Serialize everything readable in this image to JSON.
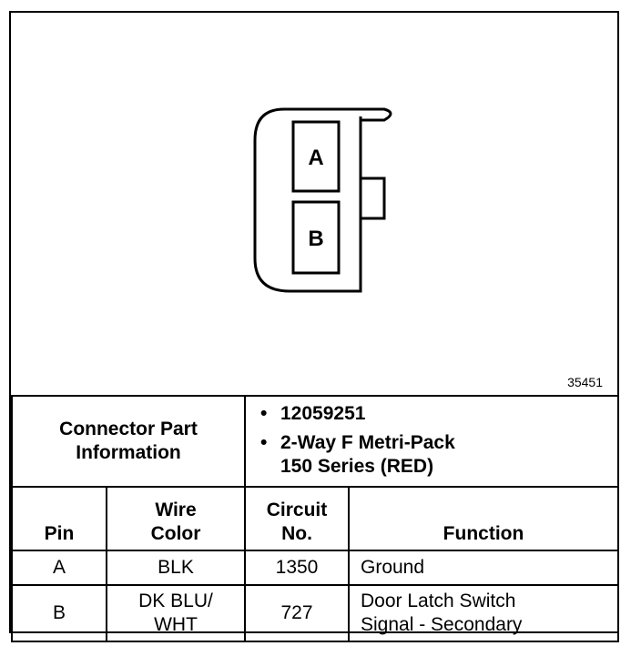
{
  "figure_id": "35451",
  "connector": {
    "pin_labels": [
      "A",
      "B"
    ]
  },
  "part_info": {
    "header_line1": "Connector Part",
    "header_line2": "Information",
    "items": [
      {
        "bullet": "•",
        "lines": [
          "12059251"
        ]
      },
      {
        "bullet": "•",
        "lines": [
          "2-Way F Metri-Pack",
          "150 Series (RED)"
        ]
      }
    ]
  },
  "table": {
    "headers": {
      "pin": [
        "Pin"
      ],
      "wire_color": [
        "Wire",
        "Color"
      ],
      "circuit": [
        "Circuit",
        "No."
      ],
      "function": [
        "Function"
      ]
    },
    "rows": [
      {
        "pin": "A",
        "wire_color": [
          "BLK"
        ],
        "circuit": "1350",
        "function": [
          "Ground"
        ]
      },
      {
        "pin": "B",
        "wire_color": [
          "DK BLU/",
          "WHT"
        ],
        "circuit": "727",
        "function": [
          "Door Latch Switch",
          "Signal - Secondary"
        ]
      }
    ]
  }
}
